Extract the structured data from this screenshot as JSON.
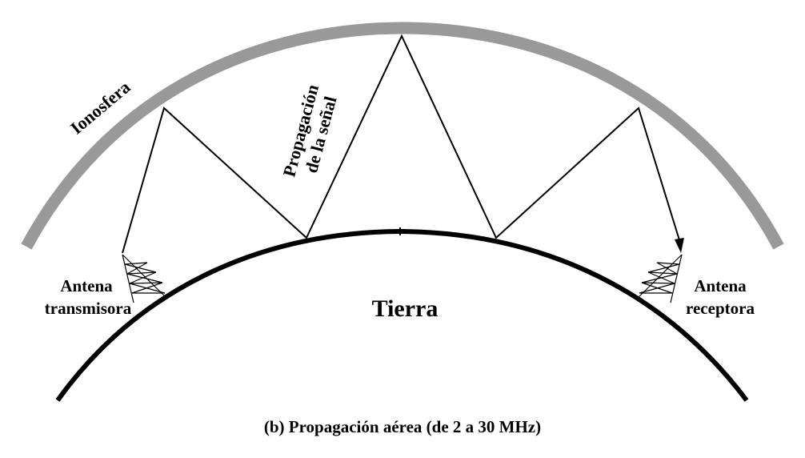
{
  "labels": {
    "ionosphere": "Ionosfera",
    "signal_line1": "Propagación",
    "signal_line2": "de la señal",
    "tx_line1": "Antena",
    "tx_line2": "transmisora",
    "rx_line1": "Antena",
    "rx_line2": "receptora",
    "earth": "Tierra",
    "caption": "(b) Propagación aérea (de 2 a 30 MHz)"
  },
  "colors": {
    "ionosphere": "#999999",
    "earth": "#000000",
    "signal": "#000000"
  }
}
